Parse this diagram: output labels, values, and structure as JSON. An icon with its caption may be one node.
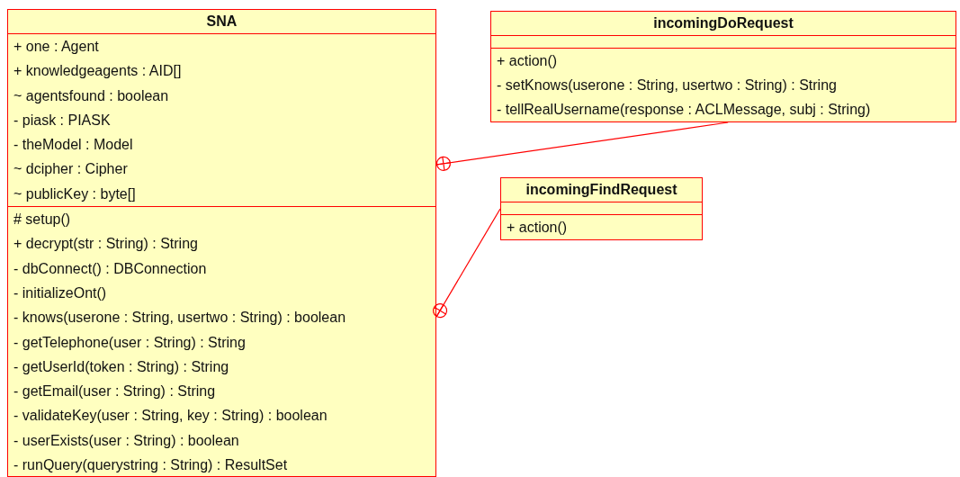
{
  "diagram": {
    "nodes": [
      {
        "text": [
          "SNA"
        ]
      },
      {
        "text": [
          "+ one : Agent",
          "+ knowledgeagents : AID[]",
          "~ agentsfound : boolean",
          "- piask : PIASK",
          "- theModel : Model",
          "~ dcipher : Cipher",
          "~ publicKey : byte[]"
        ],
        "in": 0
      },
      {
        "text": [
          "# setup()",
          "+ decrypt(str : String) : String",
          "- dbConnect() : DBConnection",
          "- initializeOnt()",
          "- knows(userone : String, usertwo : String) : boolean",
          "- getTelephone(user : String) : String",
          "- getUserId(token : String) : String",
          "- getEmail(user : String) : String",
          "- validateKey(user : String, key : String) : boolean",
          "- userExists(user : String) : boolean",
          "- runQuery(querystring : String) : ResultSet"
        ],
        "in": 0
      },
      {
        "text": [
          "incomingDoRequest"
        ]
      },
      {
        "text": [],
        "shape": "box",
        "in": 3
      },
      {
        "text": [
          "+ action()",
          "- setKnows(userone : String, usertwo : String) : String",
          "- tellRealUsername(response : ACLMessage, subj : String)"
        ],
        "in": 3
      },
      {
        "text": [
          "incomingFindRequest"
        ]
      },
      {
        "text": [],
        "shape": "box",
        "in": 6
      },
      {
        "text": [
          "+ action()"
        ],
        "in": 6
      }
    ],
    "edges": [
      {
        "from": 3,
        "to": 0,
        "arrow": "other"
      },
      {
        "from": 6,
        "to": 0,
        "arrow": "other"
      }
    ]
  }
}
